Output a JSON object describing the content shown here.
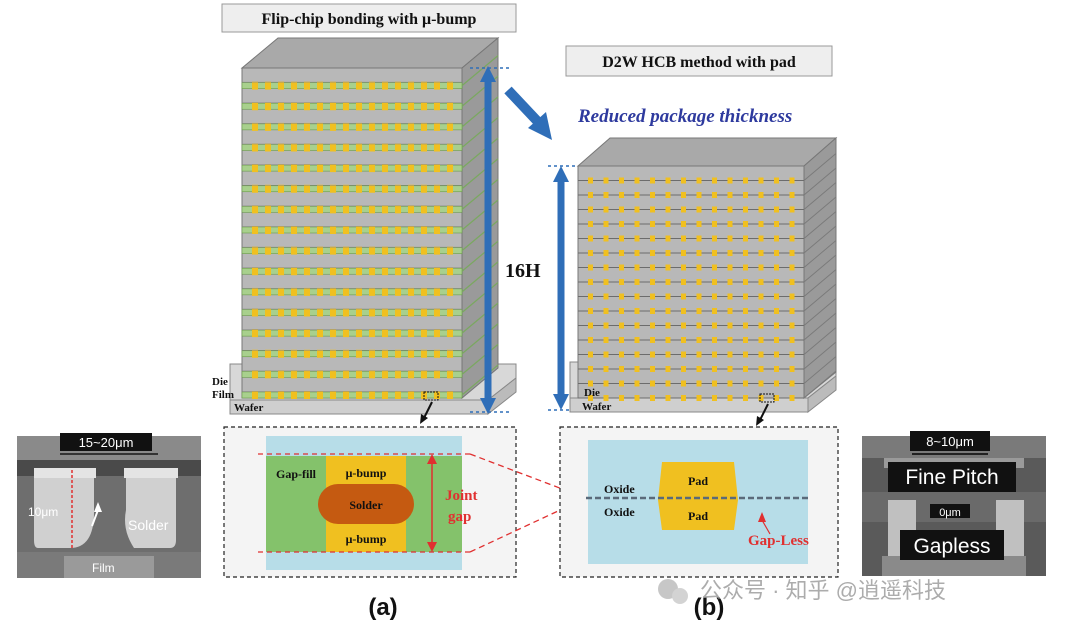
{
  "titles": {
    "left": "Flip-chip bonding with μ-bump",
    "right": "D2W HCB method with pad",
    "reduced": "Reduced package thickness",
    "height": "16H"
  },
  "stack_left": {
    "die": "Die",
    "film": "Film",
    "wafer": "Wafer",
    "layers": 16
  },
  "stack_right": {
    "die": "Die",
    "wafer": "Wafer",
    "layers": 16
  },
  "detail_a": {
    "gap_fill": "Gap-fill",
    "top_bump": "μ-bump",
    "solder": "Solder",
    "bottom_bump": "μ-bump",
    "joint": "Joint",
    "gap": "gap"
  },
  "detail_b": {
    "oxide_top": "Oxide",
    "oxide_bottom": "Oxide",
    "pad_top": "Pad",
    "pad_bottom": "Pad",
    "gapless": "Gap-Less"
  },
  "micro_left": {
    "pitch": "15~20μm",
    "height": "10μm",
    "solder": "Solder",
    "film": "Film"
  },
  "micro_right": {
    "pitch": "8~10μm",
    "fine": "Fine Pitch",
    "zero": "0μm",
    "gapless": "Gapless"
  },
  "captions": {
    "a": "(a)",
    "b": "(b)"
  },
  "watermark": "公众号 · 知乎 @逍遥科技",
  "colors": {
    "die": "#b8b8b8",
    "die_top": "#a9a9a9",
    "die_side": "#9a9a9a",
    "film": "#a8d08d",
    "bump": "#f0c020",
    "arrow": "#2f6eb8",
    "gapfill": "#84c26b",
    "solder": "#c55a11",
    "oxide": "#b7dde8",
    "red": "#e03030"
  }
}
